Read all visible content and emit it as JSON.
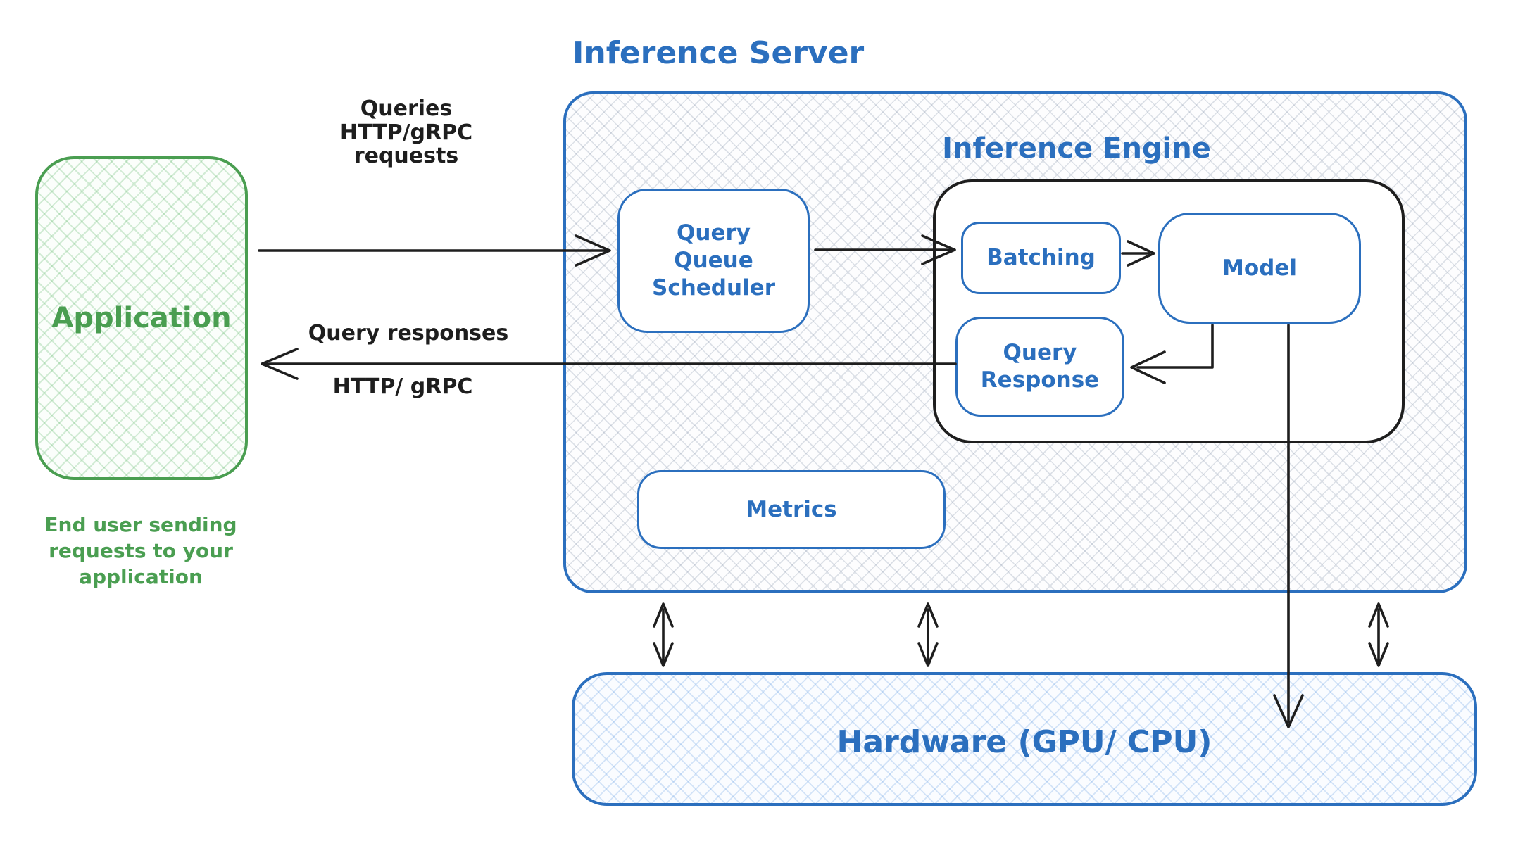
{
  "application": {
    "label": "Application",
    "caption": "End user sending\nrequests to your\napplication"
  },
  "request_arrow": {
    "label": "Queries\nHTTP/gRPC\nrequests"
  },
  "response_arrow": {
    "label_top": "Query responses",
    "label_bottom": "HTTP/ gRPC"
  },
  "inference_server": {
    "title": "Inference Server",
    "query_queue_scheduler": {
      "label": "Query\nQueue\nScheduler"
    },
    "metrics": {
      "label": "Metrics"
    },
    "inference_engine": {
      "title": "Inference Engine",
      "batching": {
        "label": "Batching"
      },
      "model": {
        "label": "Model"
      },
      "query_response": {
        "label": "Query\nResponse"
      }
    }
  },
  "hardware": {
    "label": "Hardware (GPU/ CPU)"
  },
  "colors": {
    "blue": "#2b6fbe",
    "green": "#4a9e51",
    "ink": "#1e1e1e"
  }
}
